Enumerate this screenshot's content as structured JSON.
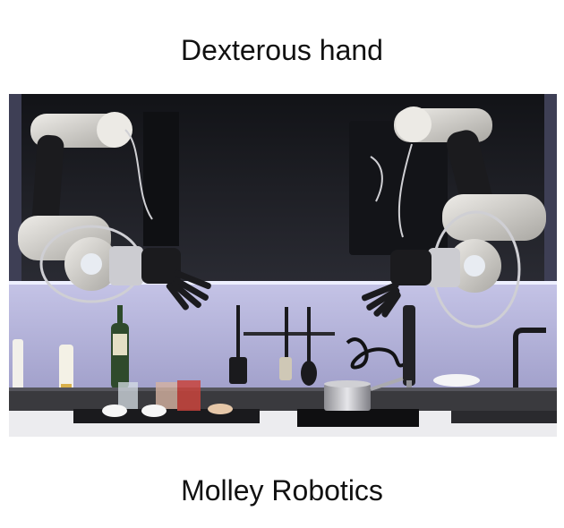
{
  "captions": {
    "top": "Dexterous hand",
    "bottom": "Molley Robotics"
  },
  "photo": {
    "subject": "robot-kitchen-photo",
    "colors": {
      "ceiling": "#1c1d22",
      "wall": "#b4b3d8",
      "counter": "#3a3a3e",
      "countertop": "#ececef",
      "arm_light": "#d9d7d2",
      "arm_dark": "#1b1b1e",
      "led_strip": "#eef0ff"
    }
  }
}
